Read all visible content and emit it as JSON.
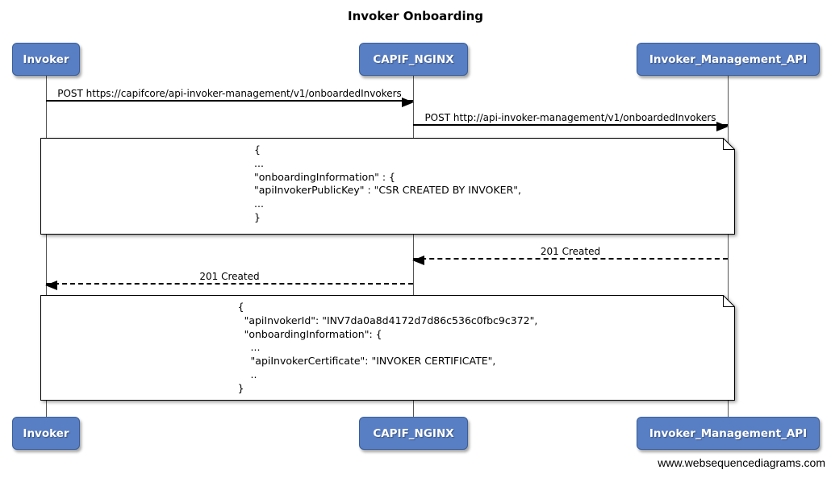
{
  "diagram": {
    "title": "Invoker Onboarding",
    "watermark": "www.websequencediagrams.com"
  },
  "colors": {
    "actor_fill": "#587EC4",
    "actor_border": "#3A5E99",
    "actor_text": "#FFFFFF",
    "arrow": "#000000",
    "lifeline": "#555555",
    "note_fill": "#FFFFFF",
    "background": "#FFFFFF"
  },
  "actors": [
    {
      "name": "Invoker"
    },
    {
      "name": "CAPIF_NGINX"
    },
    {
      "name": "Invoker_Management_API"
    }
  ],
  "messages": [
    {
      "type": "solid-arrow",
      "from": "Invoker",
      "to": "CAPIF_NGINX",
      "label": "POST https://capifcore/api-invoker-management/v1/onboardedInvokers"
    },
    {
      "type": "solid-arrow",
      "from": "CAPIF_NGINX",
      "to": "Invoker_Management_API",
      "label": "POST http://api-invoker-management/v1/onboardedInvokers"
    },
    {
      "type": "note",
      "lines": [
        "{",
        "...",
        "\"onboardingInformation\" : {",
        "\"apiInvokerPublicKey\" : \"CSR CREATED BY INVOKER\",",
        "...",
        "}"
      ]
    },
    {
      "type": "dashed-arrow",
      "from": "Invoker_Management_API",
      "to": "CAPIF_NGINX",
      "label": "201 Created"
    },
    {
      "type": "dashed-arrow",
      "from": "CAPIF_NGINX",
      "to": "Invoker",
      "label": "201 Created"
    },
    {
      "type": "note",
      "lines": [
        "{",
        "  \"apiInvokerId\": \"INV7da0a8d4172d7d86c536c0fbc9c372\",",
        "  \"onboardingInformation\": {",
        "    ...",
        "    \"apiInvokerCertificate\": \"INVOKER CERTIFICATE\",",
        "    ..",
        "}"
      ]
    }
  ]
}
